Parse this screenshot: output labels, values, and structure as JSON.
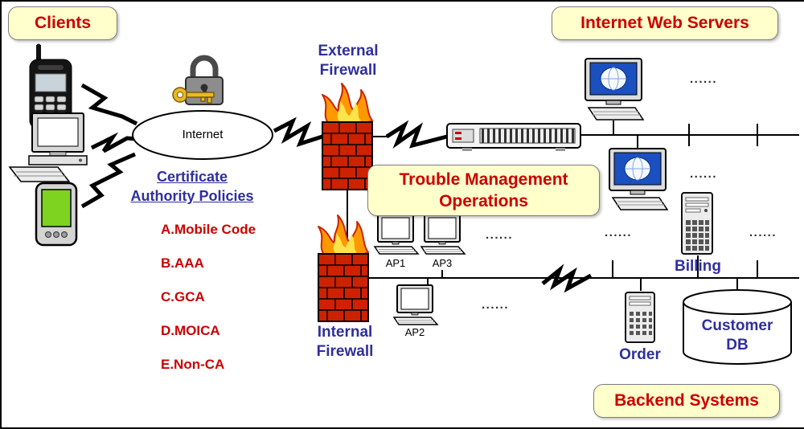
{
  "boxes": {
    "clients": "Clients",
    "internet_web_servers": "Internet Web Servers",
    "trouble_management": "Trouble Management\nOperations",
    "backend_systems": "Backend Systems"
  },
  "network": {
    "internet": "Internet",
    "external_firewall": "External\nFirewall",
    "internal_firewall": "Internal\nFirewall"
  },
  "certificate_policies": {
    "heading": "Certificate\nAuthority Policies",
    "items": [
      "A.Mobile Code",
      "B.AAA",
      "C.GCA",
      "D.MOICA",
      "E.Non-CA"
    ]
  },
  "nodes": {
    "ap1": "AP1",
    "ap3": "AP3",
    "ap2": "AP2",
    "billing": "Billing",
    "order": "Order",
    "customer_db": "Customer\nDB"
  },
  "dots": "......",
  "colors": {
    "box_background": "#FFFFCC",
    "box_text_red": "#CC0000",
    "label_blue": "#2F2F9D",
    "brick_red": "#CC2200",
    "flame_orange": "#FF9900",
    "flame_yellow": "#FFE34D",
    "screen_blue": "#1B50C0"
  }
}
